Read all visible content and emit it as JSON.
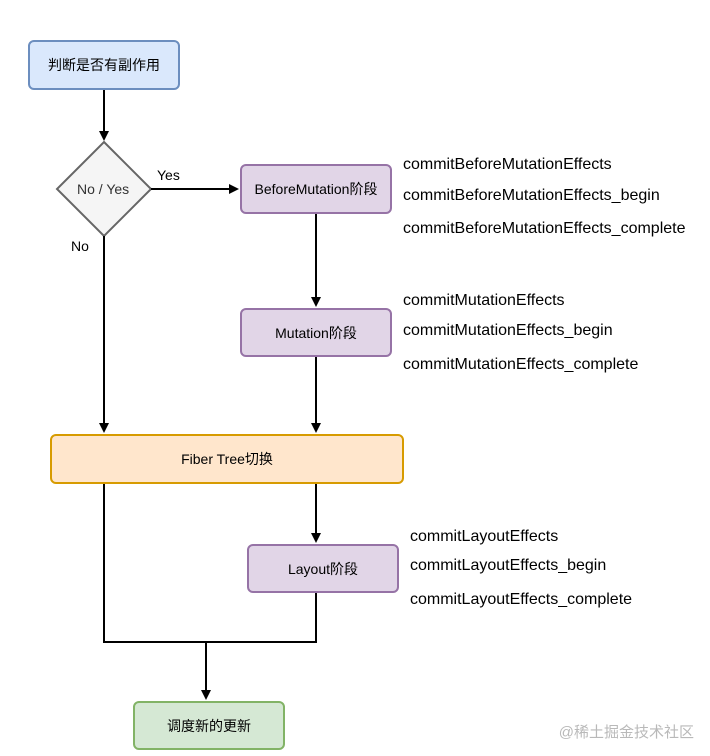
{
  "nodes": {
    "start": "判断是否有副作用",
    "decision": "No / Yes",
    "before_mutation": "BeforeMutation阶段",
    "mutation": "Mutation阶段",
    "fiber_tree": "Fiber Tree切换",
    "layout": "Layout阶段",
    "end": "调度新的更新"
  },
  "edge_labels": {
    "yes": "Yes",
    "no": "No"
  },
  "functions": {
    "before_mutation": [
      "commitBeforeMutationEffects",
      "commitBeforeMutationEffects_begin",
      "commitBeforeMutationEffects_complete"
    ],
    "mutation": [
      "commitMutationEffects",
      "commitMutationEffects_begin",
      "commitMutationEffects_complete"
    ],
    "layout": [
      "commitLayoutEffects",
      "commitLayoutEffects_begin",
      "commitLayoutEffects_complete"
    ]
  },
  "watermark": "@稀土掘金技术社区",
  "colors": {
    "blue_fill": "#dae8fc",
    "blue_stroke": "#6c8ebf",
    "purple_fill": "#e1d5e7",
    "purple_stroke": "#9673a6",
    "orange_fill": "#ffe6cc",
    "orange_stroke": "#d79b00",
    "green_fill": "#d5e8d4",
    "green_stroke": "#82b366",
    "decision_fill": "#f5f5f5",
    "decision_stroke": "#666666"
  }
}
